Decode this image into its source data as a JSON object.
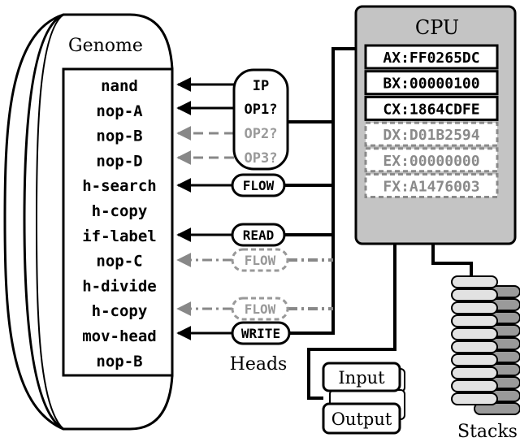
{
  "genome": {
    "title": "Genome",
    "instructions": [
      "nand",
      "nop-A",
      "nop-B",
      "nop-D",
      "h-search",
      "h-copy",
      "if-label",
      "nop-C",
      "h-divide",
      "h-copy",
      "mov-head",
      "nop-B"
    ]
  },
  "heads": {
    "label": "Heads",
    "ip_group": [
      "IP",
      "OP1?",
      "OP2?",
      "OP3?"
    ],
    "flow": "FLOW",
    "read": "READ",
    "flow_inactive_1": "FLOW",
    "flow_inactive_2": "FLOW",
    "write": "WRITE"
  },
  "cpu": {
    "title": "CPU",
    "registers": [
      "AX:FF0265DC",
      "BX:00000100",
      "CX:1864CDFE",
      "DX:D01B2594",
      "EX:00000000",
      "FX:A1476003"
    ]
  },
  "io": {
    "input": "Input",
    "output": "Output"
  },
  "stacks": {
    "label": "Stacks"
  }
}
